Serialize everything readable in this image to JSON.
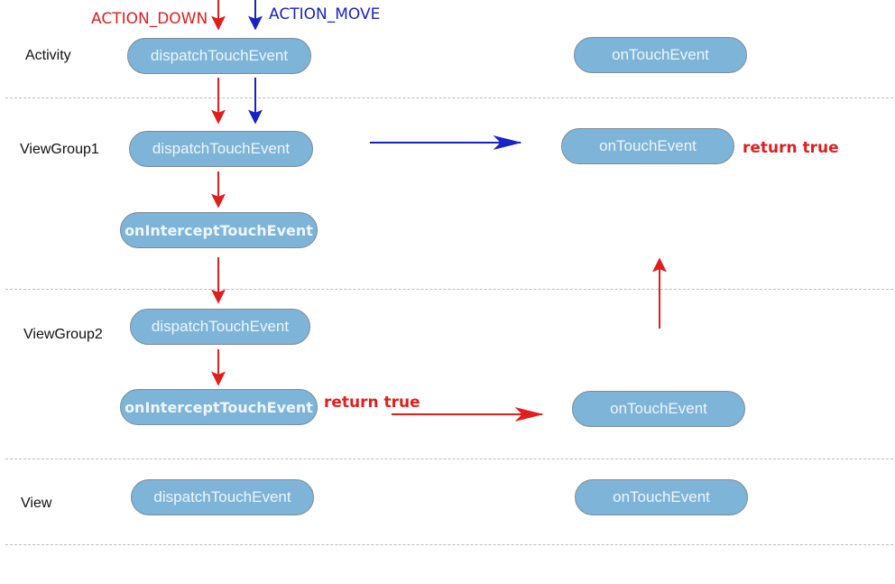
{
  "legend": {
    "action_down": "ACTION_DOWN",
    "action_move": "ACTION_MOVE"
  },
  "rows": {
    "activity": "Activity",
    "viewgroup1": "ViewGroup1",
    "viewgroup2": "ViewGroup2",
    "view": "View"
  },
  "nodes": {
    "activity_dispatch": "dispatchTouchEvent",
    "activity_ontouch": "onTouchEvent",
    "vg1_dispatch": "dispatchTouchEvent",
    "vg1_ontouch": "onTouchEvent",
    "vg1_intercept": "onInterceptTouchEvent",
    "vg2_dispatch": "dispatchTouchEvent",
    "vg2_intercept": "onInterceptTouchEvent",
    "vg2_ontouch": "onTouchEvent",
    "view_dispatch": "dispatchTouchEvent",
    "view_ontouch": "onTouchEvent"
  },
  "notes": {
    "vg1_return": "return true",
    "vg2_return": "return true"
  },
  "colors": {
    "down_arrow": "#e01e1e",
    "move_arrow": "#1a22c7",
    "pill_fill": "#7eb4d8",
    "pill_border": "#7a8c99",
    "divider": "#bdbdbd"
  }
}
